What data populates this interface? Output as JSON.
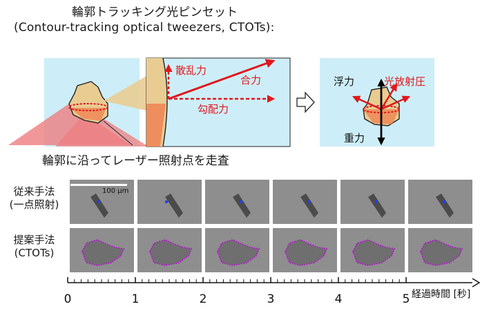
{
  "title": {
    "line1": "輪郭トラッキング光ピンセット",
    "line2": "(Contour-tracking optical tweezers, CTOTs):"
  },
  "diagram": {
    "forces": {
      "scattering": "散乱力",
      "resultant": "合力",
      "gradient": "勾配力",
      "buoyancy": "浮力",
      "radiation_pressure": "光放射圧",
      "gravity": "重力"
    },
    "caption": "輪郭に沿ってレーザー照射点を走査",
    "colors": {
      "background_panel": "#cdeef8",
      "laser": "#ee7d80",
      "particle": "#e9cc92",
      "force_arrow": "#e0171c",
      "particle_orange": "#ef7a4a"
    }
  },
  "images": {
    "scale_bar": "100 μm",
    "rows": [
      {
        "label_line1": "従来手法",
        "label_line2": "(一点照射)",
        "marker": "blue-dot"
      },
      {
        "label_line1": "提案手法",
        "label_line2": "(CTOTs)",
        "marker": "purple-contour"
      }
    ]
  },
  "timeline": {
    "ticks": [
      "0",
      "1",
      "2",
      "3",
      "4",
      "5"
    ],
    "label": "経過時間 [秒]"
  }
}
